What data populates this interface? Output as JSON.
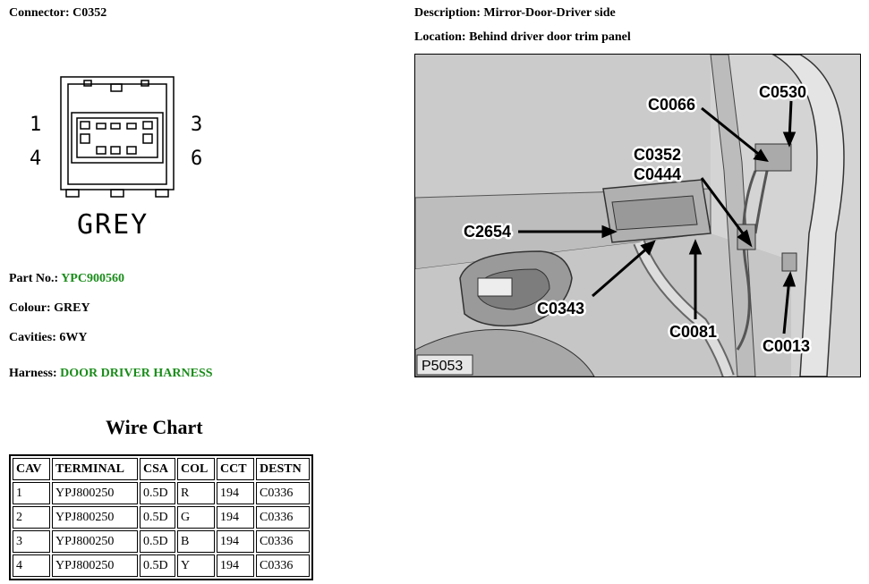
{
  "connector": {
    "label": "Connector:",
    "value": "C0352"
  },
  "description": {
    "label": "Description:",
    "value": "Mirror-Door-Driver side"
  },
  "location": {
    "label": "Location:",
    "value": "Behind driver door trim panel"
  },
  "connector_face": {
    "pins": {
      "top_left": "1",
      "top_right": "3",
      "bottom_left": "4",
      "bottom_right": "6"
    },
    "color_label": "GREY"
  },
  "part": {
    "part_no_label": "Part No.:",
    "part_no": "YPC900560",
    "colour_label": "Colour:",
    "colour": "GREY",
    "cavities_label": "Cavities:",
    "cavities": "6WY",
    "harness_label": "Harness:",
    "harness": "DOOR DRIVER HARNESS"
  },
  "wire_chart": {
    "title": "Wire Chart",
    "headers": [
      "CAV",
      "TERMINAL",
      "CSA",
      "COL",
      "CCT",
      "DESTN"
    ],
    "rows": [
      [
        "1",
        "YPJ800250",
        "0.5D",
        "R",
        "194",
        "C0336"
      ],
      [
        "2",
        "YPJ800250",
        "0.5D",
        "G",
        "194",
        "C0336"
      ],
      [
        "3",
        "YPJ800250",
        "0.5D",
        "B",
        "194",
        "C0336"
      ],
      [
        "4",
        "YPJ800250",
        "0.5D",
        "Y",
        "194",
        "C0336"
      ]
    ]
  },
  "photo": {
    "plate_id": "P5053",
    "callouts": {
      "c0066": "C0066",
      "c0530": "C0530",
      "c0352": "C0352",
      "c0444": "C0444",
      "c2654": "C2654",
      "c0343": "C0343",
      "c0081": "C0081",
      "c0013": "C0013"
    }
  },
  "colors": {
    "accent_green": "#1a8c1a",
    "photo_bg": "#d9d9d9"
  }
}
